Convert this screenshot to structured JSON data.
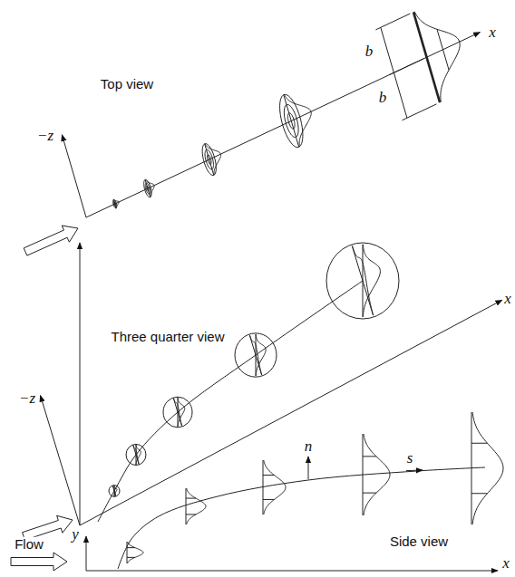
{
  "diagram": {
    "labels": [
      "x",
      "−z",
      "Top view",
      "b",
      "b",
      "Three quarter view",
      "x",
      "−z",
      "Flow",
      "y",
      "n",
      "s",
      "Side view",
      "x"
    ]
  }
}
